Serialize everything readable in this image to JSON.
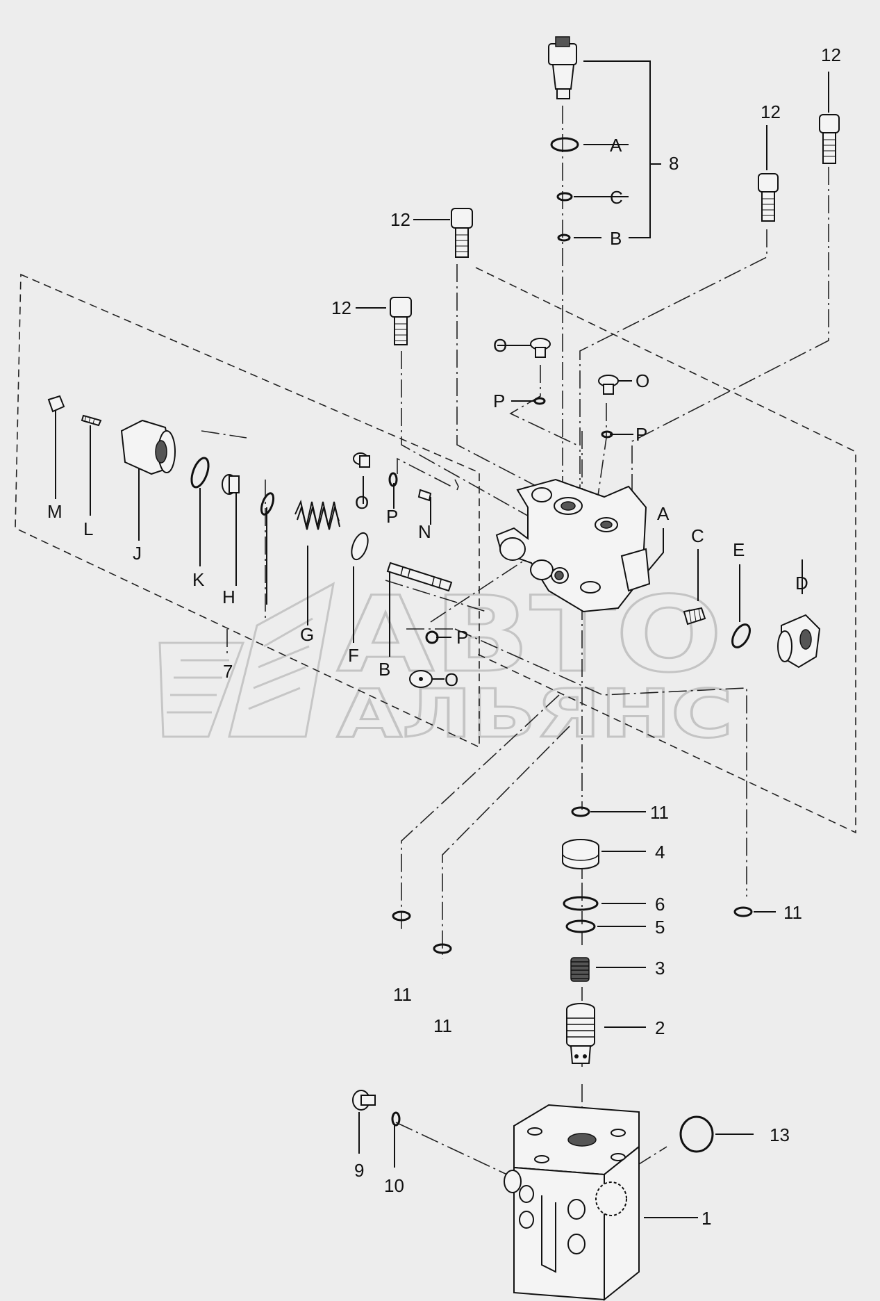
{
  "watermark": {
    "line1": "АВТО",
    "line2": "АЛЬЯНС"
  },
  "callouts": {
    "c12a": "12",
    "c12b": "12",
    "c12c": "12",
    "c12d": "12",
    "c8": "8",
    "cA_top": "A",
    "cC_top": "C",
    "cB_top": "B",
    "cO1": "O",
    "cP1": "P",
    "cO2": "O",
    "cP2": "P",
    "cM": "M",
    "cL": "L",
    "cJ": "J",
    "cK": "K",
    "cH": "H",
    "c7": "7",
    "cG": "G",
    "cF": "F",
    "cB_mid": "B",
    "cO3": "O",
    "cP3": "P",
    "cN": "N",
    "cP4": "P",
    "cO4": "O",
    "cA_right": "A",
    "cC_right": "C",
    "cE": "E",
    "cD": "D",
    "c11a": "11",
    "c4": "4",
    "c6": "6",
    "c5": "5",
    "c11b": "11",
    "c3": "3",
    "c2": "2",
    "c11c": "11",
    "c11d": "11",
    "c13": "13",
    "c9": "9",
    "c10": "10",
    "c1": "1"
  }
}
